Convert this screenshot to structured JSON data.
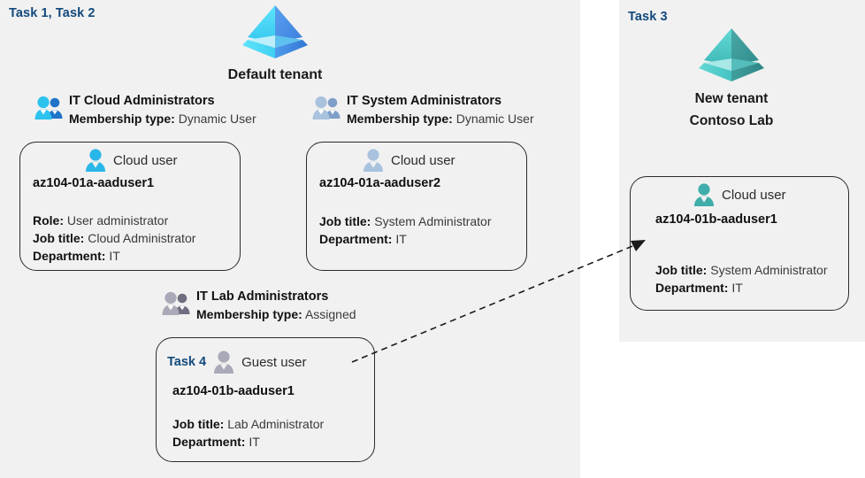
{
  "diagram": {
    "title": "Azure AD tenants, groups and users",
    "colors": {
      "task_label": "#12497c",
      "panel_background": "#f1f1f1",
      "card_border": "#2b2b2b",
      "tenant_default_cyan": "#4fd2f5",
      "tenant_default_blue": "#3f8ee8",
      "tenant_new_teal": "#4fc3c0",
      "user_cloud_cyan": "#29b6e8",
      "user_cloud_gray_blue": "#9fb6d4",
      "user_teal": "#3fadaa",
      "user_guest_gray": "#9a9aa8",
      "group_icon_blue": "#1f74c8"
    }
  },
  "left_panel": {
    "task_label": "Task 1, Task 2",
    "tenant": {
      "icon": "azure-ad-tenant-icon",
      "title": "Default tenant"
    },
    "groups": [
      {
        "icon": "group-users-icon",
        "name": "IT Cloud Administrators",
        "meta_label": "Membership type:",
        "meta_value": "Dynamic User",
        "card": {
          "icon": "cloud-user-icon",
          "user_type": "Cloud user",
          "username": "az104-01a-aaduser1",
          "properties": [
            {
              "label": "Role:",
              "value": "User administrator"
            },
            {
              "label": "Job title:",
              "value": "Cloud Administrator"
            },
            {
              "label": "Department:",
              "value": "IT"
            }
          ]
        }
      },
      {
        "icon": "group-users-icon",
        "name": "IT System Administrators",
        "meta_label": "Membership type:",
        "meta_value": "Dynamic User",
        "card": {
          "icon": "cloud-user-icon",
          "user_type": "Cloud user",
          "username": "az104-01a-aaduser2",
          "properties": [
            {
              "label": "Job title:",
              "value": "System Administrator"
            },
            {
              "label": "Department:",
              "value": "IT"
            }
          ]
        }
      },
      {
        "icon": "group-users-icon",
        "name": "IT Lab Administrators",
        "meta_label": "Membership type:",
        "meta_value": "Assigned",
        "card": {
          "icon": "guest-user-icon",
          "task_label": "Task 4",
          "user_type": "Guest user",
          "username": "az104-01b-aaduser1",
          "properties": [
            {
              "label": "Job title:",
              "value": "Lab Administrator"
            },
            {
              "label": "Department:",
              "value": "IT"
            }
          ]
        }
      }
    ]
  },
  "right_panel": {
    "task_label": "Task 3",
    "tenant": {
      "icon": "azure-ad-tenant-icon",
      "title_line1": "New  tenant",
      "title_line2": "Contoso Lab"
    },
    "card": {
      "icon": "cloud-user-icon",
      "user_type": "Cloud user",
      "username": "az104-01b-aaduser1",
      "properties": [
        {
          "label": "Job title:",
          "value": "System Administrator"
        },
        {
          "label": "Department:",
          "value": "IT"
        }
      ]
    }
  },
  "connector": {
    "name": "guest-user-invite-arrow",
    "style": "dashed",
    "from": "Task 4 guest user card",
    "to": "New tenant cloud user card"
  }
}
